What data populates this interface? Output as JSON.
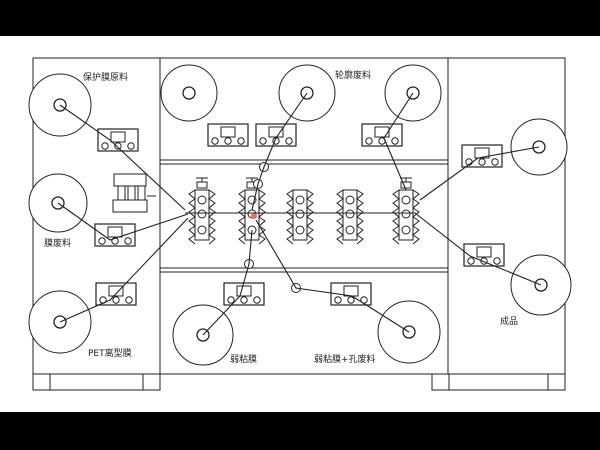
{
  "labels": {
    "protective_film": "保护膜原料",
    "contour_waste": "轮廓废料",
    "film_waste": "膜废料",
    "pet_liner": "PET离型膜",
    "weak_adhesive": "弱粘膜",
    "weak_adhesive_hole_waste": "弱粘膜+孔废料",
    "finished": "成品"
  },
  "colors": {
    "background": "#000000",
    "panel": "#ffffff",
    "stroke": "#222222",
    "accent_dot": "#e07070"
  }
}
